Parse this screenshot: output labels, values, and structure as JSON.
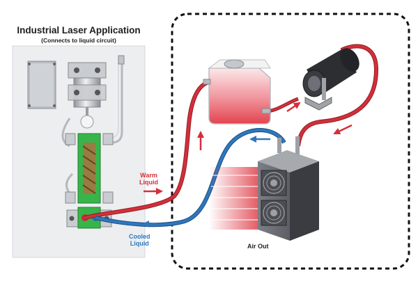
{
  "title": "Industrial Laser Application",
  "subtitle": "(Connects to liquid circuit)",
  "labels": {
    "warm_line1": "Warm",
    "warm_line2": "Liquid",
    "cooled_line1": "Cooled",
    "cooled_line2": "Liquid",
    "air_out": "Air Out"
  },
  "colors": {
    "warm": "#d42f3a",
    "cooled": "#2f77bd",
    "panel": "#eceef0",
    "chiller_body": "#5e6066"
  },
  "icons": [
    "laser-unit-icon",
    "reservoir-tank-icon",
    "pump-motor-icon",
    "chiller-icon",
    "fan-icon"
  ]
}
